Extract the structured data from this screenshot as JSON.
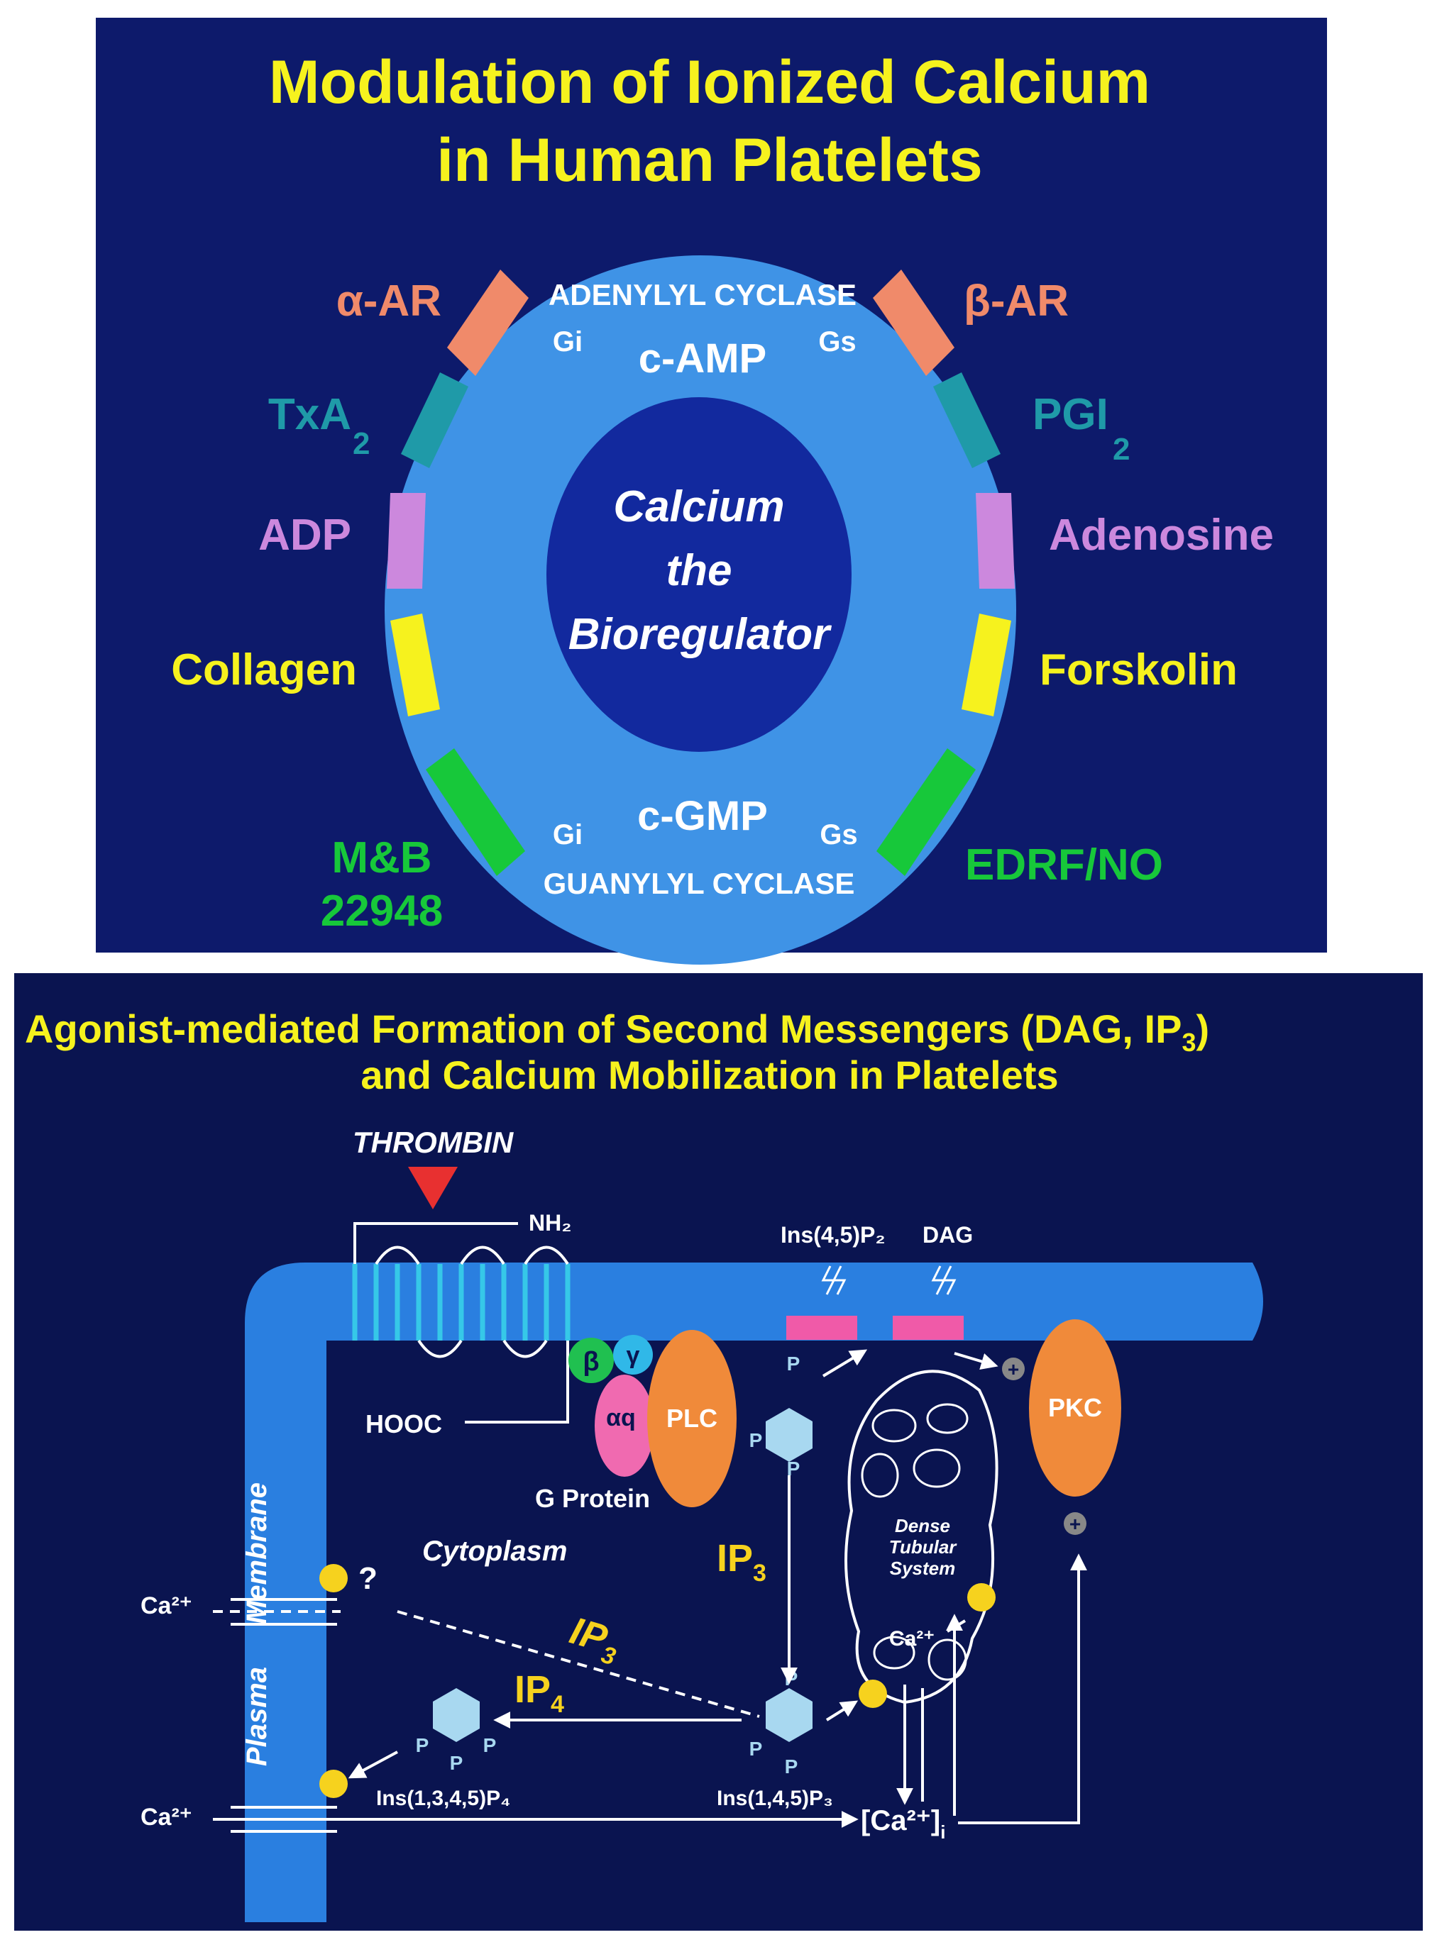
{
  "slide1": {
    "title_line1": "Modulation of Ionized Calcium",
    "title_line2": "in Human Platelets",
    "ring_top": {
      "enzyme": "ADENYLYL CYCLASE",
      "messenger": "c-AMP",
      "gi": "Gi",
      "gs": "Gs"
    },
    "ring_bottom": {
      "enzyme": "GUANYLYL CYCLASE",
      "messenger": "c-GMP",
      "gi": "Gi",
      "gs": "Gs"
    },
    "center": {
      "line1": "Calcium",
      "line2": "the",
      "line3": "Bioregulator"
    },
    "left_agents": {
      "alpha_ar": "α-AR",
      "txa": "TxA",
      "txa_sub": "2",
      "adp": "ADP",
      "collagen": "Collagen",
      "mb_line1": "M&B",
      "mb_line2": "22948"
    },
    "right_agents": {
      "beta_ar": "β-AR",
      "pgi": "PGI",
      "pgi_sub": "2",
      "adenosine": "Adenosine",
      "forskolin": "Forskolin",
      "edrf": "EDRF/NO"
    },
    "colors": {
      "background": "#0d1a6b",
      "ring": "#3f93e6",
      "core": "#12299e",
      "title": "#f6f21e",
      "ar": "#f08a6a",
      "tx_pg": "#1f9aa8",
      "adp_adenosine": "#cc88dd",
      "collagen_forskolin": "#f6f21e",
      "mb_edrf": "#17c83a"
    }
  },
  "slide2": {
    "title_line1": "Agonist-mediated Formation of Second Messengers (DAG, IP",
    "title_sub": "3",
    "title_line1_end": ")",
    "title_line2": "and Calcium Mobilization in Platelets",
    "thrombin": "THROMBIN",
    "nh2": "NH₂",
    "hooc": "HOOC",
    "beta": "β",
    "gamma": "γ",
    "alpha_q": "αq",
    "plc": "PLC",
    "pkc": "PKC",
    "g_protein": "G Protein",
    "cytoplasm": "Cytoplasm",
    "membrane": "Membrane",
    "plasma": "Plasma",
    "ins45p2": "Ins(4,5)P₂",
    "dag": "DAG",
    "ip3": "IP",
    "ip3_sub": "3",
    "ip4": "IP",
    "ip4_sub": "4",
    "question": "?",
    "ca_in_top": "Ca²⁺",
    "ca_in_bottom": "Ca²⁺",
    "dense_line1": "Dense",
    "dense_line2": "Tubular",
    "dense_line3": "System",
    "dts_ca": "Ca²⁺",
    "ins1345p4": "Ins(1,3,4,5)P₄",
    "ins145p3": "Ins(1,4,5)P₃",
    "cai": "[Ca²⁺]",
    "cai_sub": "i",
    "p": "P",
    "plus": "+",
    "colors": {
      "background": "#0a1450",
      "membrane": "#2a7fe0",
      "receptor": "#36c8e8",
      "plc_pkc": "#f08a3a",
      "alpha_q": "#f06ab0",
      "beta": "#20c050",
      "gamma": "#30b8e8",
      "hexagon": "#a8d8f0",
      "pink_box": "#f05aa8",
      "ca_dot": "#f6d21e",
      "label_yellow": "#f6d21e"
    }
  }
}
